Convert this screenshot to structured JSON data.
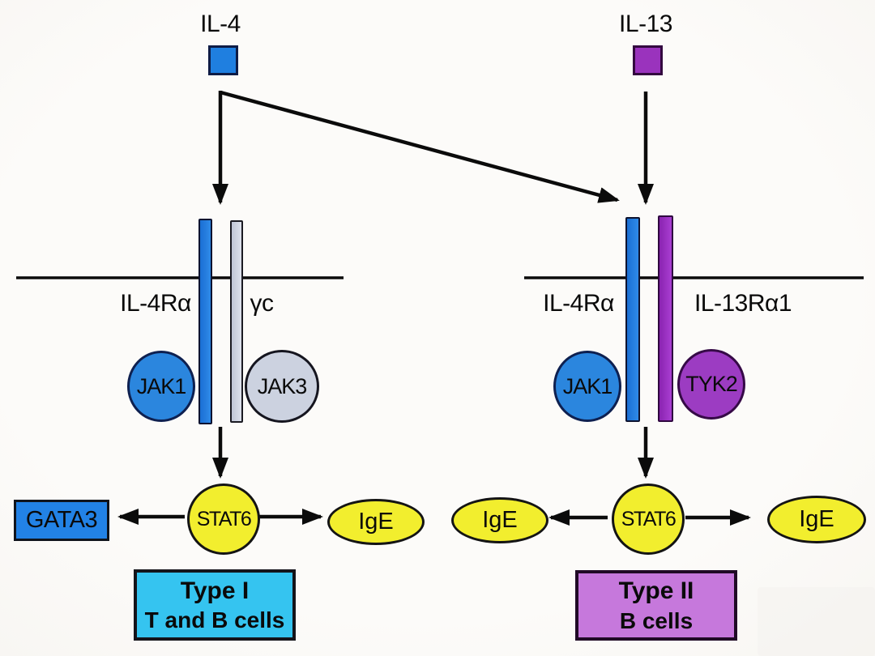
{
  "ligands": {
    "il4": {
      "label": "IL-4"
    },
    "il13": {
      "label": "IL-13"
    }
  },
  "left_complex": {
    "chain_a": "IL-4Rα",
    "chain_b": "γc",
    "kinase_a": "JAK1",
    "kinase_b": "JAK3",
    "stat": "STAT6",
    "target_left": "GATA3",
    "target_right": "IgE",
    "type_title": "Type I",
    "type_cells": "T and B cells"
  },
  "right_complex": {
    "chain_a": "IL-4Rα",
    "chain_b": "IL-13Rα1",
    "kinase_a": "JAK1",
    "kinase_b": "TYK2",
    "stat": "STAT6",
    "target_left": "IgE",
    "target_right": "IgE",
    "type_title": "Type II",
    "type_cells": "B cells"
  },
  "colors": {
    "ligand_il4_blue": "#1f7fe0",
    "ligand_il13_purple": "#9a33bd",
    "receptor_blue": "#2480e0",
    "receptor_gray": "#c9cedd",
    "receptor_purple": "#9a30c0",
    "kinase_blue": "#2b86de",
    "kinase_gray": "#ccd2e0",
    "kinase_purple": "#9c3cc2",
    "stat_yellow": "#f2ee2e",
    "gata3_blue": "#2282e6",
    "type1_cyan": "#35c4f0",
    "type2_violet": "#c678dc",
    "line_black": "#0b0b0b"
  }
}
